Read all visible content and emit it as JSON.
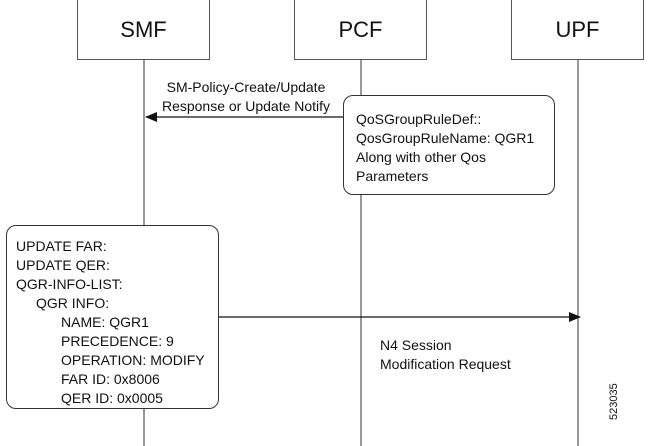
{
  "entities": {
    "smf": "SMF",
    "pcf": "PCF",
    "upf": "UPF"
  },
  "messages": {
    "top_line1": "SM-Policy-Create/Update",
    "top_line2": "Response or Update Notify",
    "n4_line1": "N4 Session",
    "n4_line2": "Modification Request"
  },
  "policy_note": {
    "line1": "QoSGroupRuleDef::",
    "line2": "QosGroupRuleName: QGR1",
    "line3": "Along with other Qos",
    "line4": "Parameters"
  },
  "n4_note": {
    "update_far": "UPDATE FAR:",
    "update_qer": "UPDATE QER:",
    "qgr_info_list": "QGR-INFO-LIST:",
    "qgr_info": "QGR INFO:",
    "name": "NAME: QGR1",
    "precedence": "PRECEDENCE: 9",
    "operation": "OPERATION: MODIFY",
    "far_id": "FAR ID: 0x8006",
    "qer_id": "QER ID: 0x0005"
  },
  "figure_id": "523035"
}
